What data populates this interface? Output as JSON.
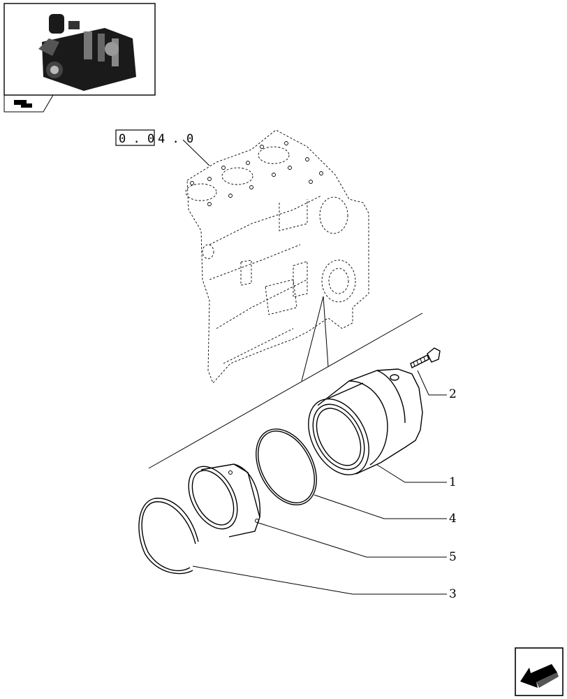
{
  "reference": {
    "boxed": "0 . 0",
    "suffix": "4 . 0"
  },
  "callouts": [
    {
      "number": "2",
      "part": "bolt"
    },
    {
      "number": "1",
      "part": "housing"
    },
    {
      "number": "4",
      "part": "o-ring"
    },
    {
      "number": "5",
      "part": "sleeve"
    },
    {
      "number": "3",
      "part": "snap-ring"
    }
  ],
  "icons": {
    "thumbnail": "engine-thumbnail",
    "tab": "book-arrow-icon",
    "nav": "arrow-left-icon"
  }
}
